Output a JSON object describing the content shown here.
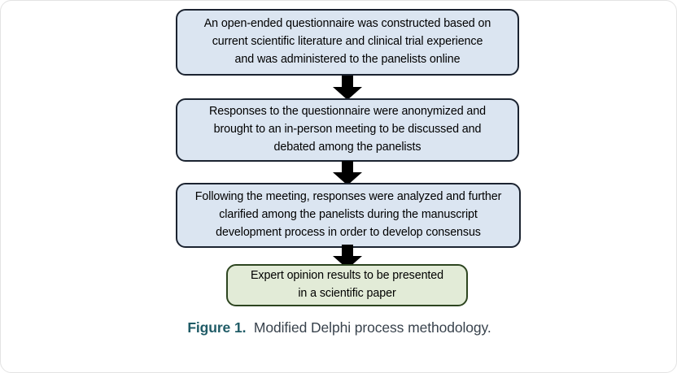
{
  "figure": {
    "caption_label": "Figure 1.",
    "caption_text": "Modified Delphi process methodology.",
    "caption_label_color": "#1f5b66",
    "caption_text_color": "#39434d",
    "panel_border_color": "#e3e3e3",
    "background_color": "#ffffff"
  },
  "diagram": {
    "type": "flowchart",
    "orientation": "top-to-bottom",
    "connector_style": "solid-black-block-arrow",
    "nodes": [
      {
        "id": "questionnaire",
        "step": 1,
        "shape": "rounded-rectangle",
        "role": "process",
        "fill": "#dbe5f1",
        "border": "#1b2330",
        "text": "An open-ended questionnaire was constructed based on\ncurrent scientific literature and clinical trial experience\nand was administered to the panelists online"
      },
      {
        "id": "anonymized",
        "step": 2,
        "shape": "rounded-rectangle",
        "role": "process",
        "fill": "#dbe5f1",
        "border": "#1b2330",
        "text": "Responses to the questionnaire were anonymized and\nbrought to an in-person meeting to be discussed and\ndebated among the panelists"
      },
      {
        "id": "clarified",
        "step": 3,
        "shape": "rounded-rectangle",
        "role": "process",
        "fill": "#dbe5f1",
        "border": "#1b2330",
        "text": "Following the meeting, responses were analyzed and further\nclarified among the panelists during the manuscript\ndevelopment process in order to develop consensus"
      },
      {
        "id": "expert-opinion",
        "step": 4,
        "shape": "rounded-rectangle",
        "role": "terminal",
        "fill": "#e2ebd7",
        "border": "#2d4520",
        "text": "Expert opinion results to be presented\nin a scientific paper"
      }
    ],
    "arrows": [
      {
        "id": "arrow-1",
        "from": "questionnaire",
        "to": "anonymized",
        "direction": "down"
      },
      {
        "id": "arrow-2",
        "from": "anonymized",
        "to": "clarified",
        "direction": "down"
      },
      {
        "id": "arrow-3",
        "from": "clarified",
        "to": "expert-opinion",
        "direction": "down"
      }
    ]
  }
}
